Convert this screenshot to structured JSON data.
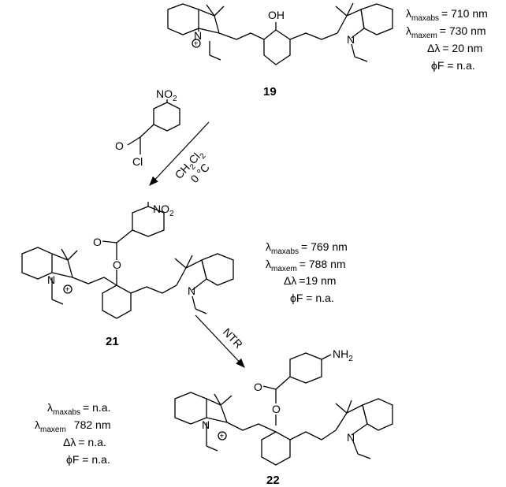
{
  "compounds": {
    "c19": {
      "id": "19",
      "props": {
        "absorbance": "= 710 nm",
        "emission": "= 730 nm",
        "stokes": "= 20 nm",
        "quantum_yield": "F = n.a."
      },
      "atoms": {
        "hydroxyl": "OH",
        "nitrogen_left": "N",
        "nitrogen_right": "N",
        "charge": "+"
      }
    },
    "c21": {
      "id": "21",
      "props": {
        "absorbance": "= 769 nm",
        "emission": "= 788 nm",
        "stokes": "=19 nm",
        "quantum_yield": "F = n.a."
      },
      "atoms": {
        "nitro": "NO",
        "nitro_sub": "2",
        "ester_o_carbonyl": "O",
        "ester_o": "O",
        "nitrogen_left": "N",
        "nitrogen_right": "N",
        "charge": "+"
      }
    },
    "c22": {
      "id": "22",
      "props": {
        "absorbance": "= n.a.",
        "emission": "782 nm",
        "stokes": "= n.a.",
        "quantum_yield": "F = n.a."
      },
      "atoms": {
        "amine": "NH",
        "amine_sub": "2",
        "ester_o_carbonyl": "O",
        "ester_o": "O",
        "nitrogen_left": "N",
        "nitrogen_right": "N",
        "charge": "+"
      }
    }
  },
  "symbols": {
    "lambda": "λ",
    "delta_lambda": "Δλ",
    "phi": "ϕ",
    "abs_sub": "maxabs",
    "em_sub": "maxem"
  },
  "reagent": {
    "nitro": "NO",
    "nitro_sub": "2",
    "carbonyl_o": "O",
    "chloride": "Cl"
  },
  "conditions": {
    "solvent": "CH",
    "solvent_sub1": "2",
    "solvent_cl": "Cl",
    "solvent_sub2": "2",
    "temperature": "0 °C"
  },
  "step2_reagent": "NTR"
}
